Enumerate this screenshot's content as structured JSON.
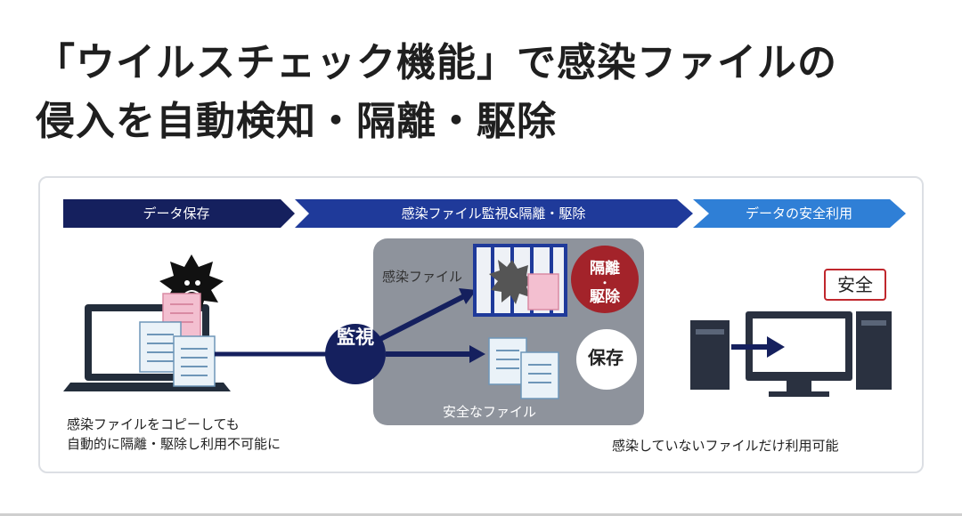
{
  "headline": {
    "line1": "「ウイルスチェック機能」で感染ファイルの",
    "line2": "侵入を自動検知・隔離・駆除"
  },
  "figure": {
    "steps": [
      {
        "label": "データ保存"
      },
      {
        "label": "感染ファイル監視&隔離・駆除"
      },
      {
        "label": "データの安全利用"
      }
    ],
    "monitor_label": "監視",
    "infected_file_label": "感染ファイル",
    "isolate_label": "隔離・駆除",
    "isolate_line1": "隔離",
    "isolate_dot": "・",
    "isolate_line2": "駆除",
    "save_label": "保存",
    "safe_file_label": "安全なファイル",
    "safe_badge": "安全",
    "left_caption_line1": "感染ファイルをコピーしても",
    "left_caption_line2": "自動的に隔離・駆除し利用不可能に",
    "right_caption": "感染していないファイルだけ利用可能",
    "colors": {
      "step1": "#15205e",
      "step2": "#1f3a9a",
      "step3": "#2f7fd6",
      "monitor_panel": "#8e939c",
      "isolate_badge": "#a3232a",
      "safe_border": "#c0272d"
    }
  }
}
